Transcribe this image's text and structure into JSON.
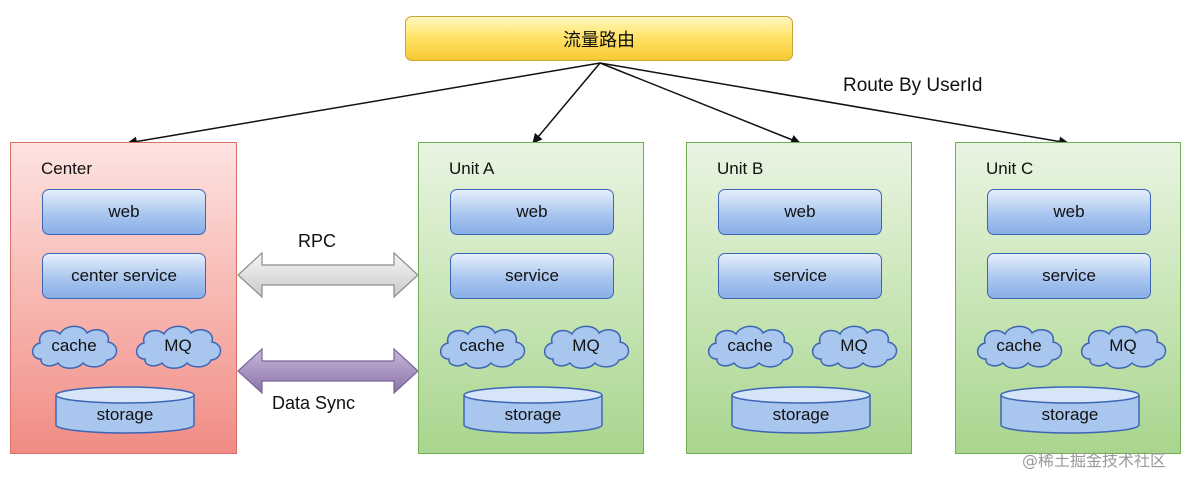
{
  "router": {
    "label": "流量路由",
    "route_label": "Route By UserId"
  },
  "links": {
    "rpc": "RPC",
    "data_sync": "Data Sync"
  },
  "units": [
    {
      "title": "Center",
      "web": "web",
      "service": "center service",
      "cache": "cache",
      "mq": "MQ",
      "storage": "storage"
    },
    {
      "title": "Unit A",
      "web": "web",
      "service": "service",
      "cache": "cache",
      "mq": "MQ",
      "storage": "storage"
    },
    {
      "title": "Unit B",
      "web": "web",
      "service": "service",
      "cache": "cache",
      "mq": "MQ",
      "storage": "storage"
    },
    {
      "title": "Unit C",
      "web": "web",
      "service": "service",
      "cache": "cache",
      "mq": "MQ",
      "storage": "storage"
    }
  ],
  "watermark": "@稀土掘金技术社区",
  "colors": {
    "router": "#ffe46a",
    "center_unit": "#f7b3ad",
    "unit": "#c6e4b3",
    "component": "#a9c6ef",
    "rpc_arrow": "#d9d9d9",
    "sync_arrow": "#9b86b5"
  }
}
